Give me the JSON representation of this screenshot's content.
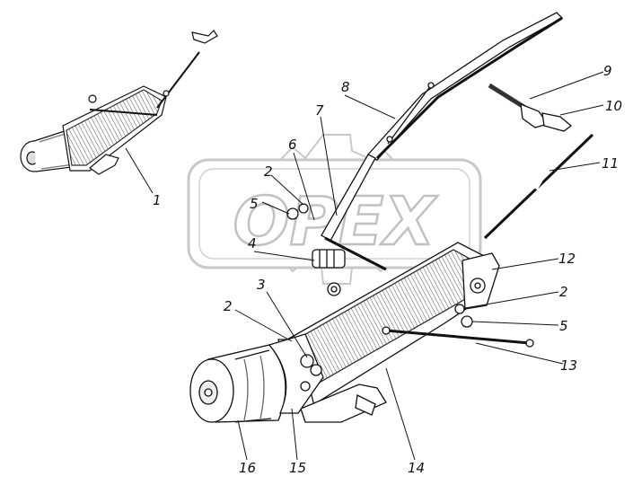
{
  "diagram": {
    "watermark_text": "OPEX",
    "callouts": [
      {
        "id": "c1",
        "label": "1"
      },
      {
        "id": "c2a",
        "label": "2"
      },
      {
        "id": "c2b",
        "label": "2"
      },
      {
        "id": "c2c",
        "label": "2"
      },
      {
        "id": "c3",
        "label": "3"
      },
      {
        "id": "c4",
        "label": "4"
      },
      {
        "id": "c5a",
        "label": "5"
      },
      {
        "id": "c5b",
        "label": "5"
      },
      {
        "id": "c6",
        "label": "6"
      },
      {
        "id": "c7",
        "label": "7"
      },
      {
        "id": "c8",
        "label": "8"
      },
      {
        "id": "c9",
        "label": "9"
      },
      {
        "id": "c10",
        "label": "10"
      },
      {
        "id": "c11",
        "label": "11"
      },
      {
        "id": "c12",
        "label": "12"
      },
      {
        "id": "c13",
        "label": "13"
      },
      {
        "id": "c14",
        "label": "14"
      },
      {
        "id": "c15",
        "label": "15"
      },
      {
        "id": "c16",
        "label": "16"
      }
    ]
  }
}
